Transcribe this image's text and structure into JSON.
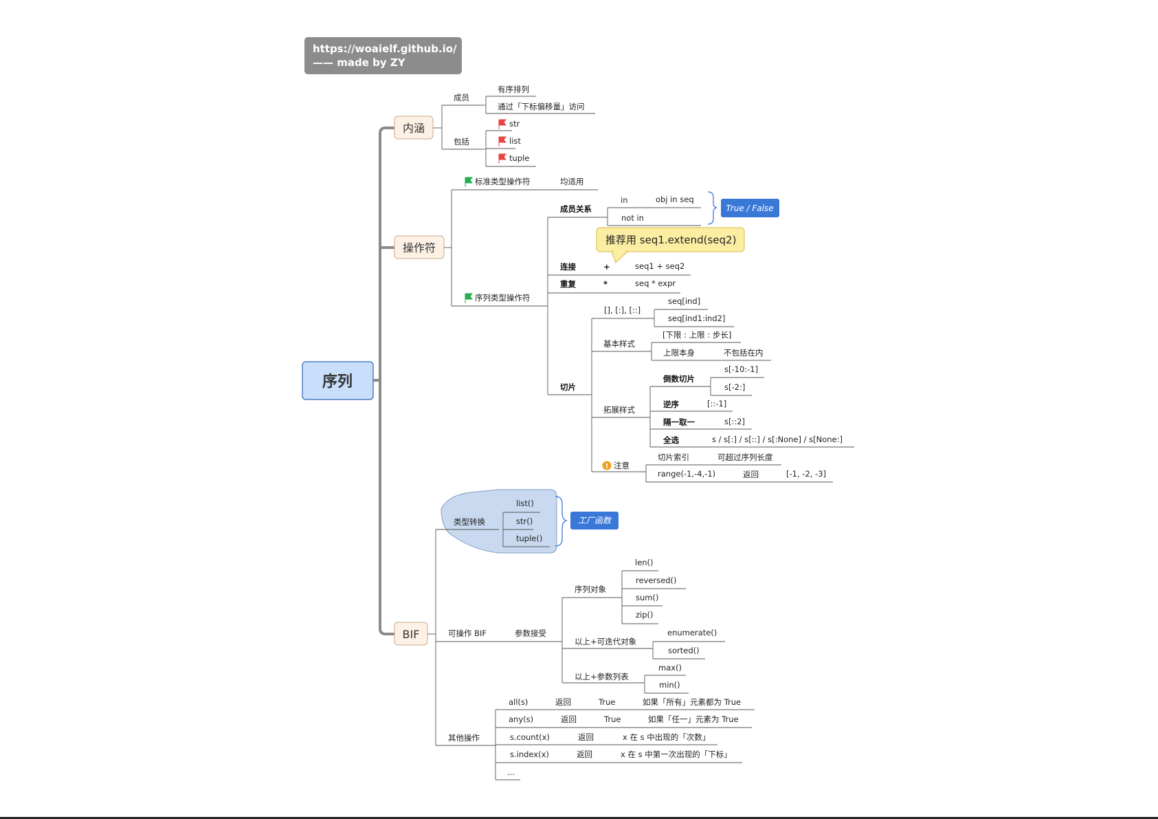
{
  "header": {
    "line1": "https://woaielf.github.io/",
    "line2": "—— made by ZY"
  },
  "root": "序列",
  "branches": {
    "neihan": {
      "label": "内涵",
      "members": {
        "label": "成员",
        "items": [
          "有序排列",
          "通过「下标偏移量」访问"
        ]
      },
      "includes": {
        "label": "包括",
        "items": [
          "str",
          "list",
          "tuple"
        ]
      }
    },
    "ops": {
      "label": "操作符",
      "standard": {
        "label": "标准类型操作符",
        "note": "均适用"
      },
      "sequence": {
        "label": "序列类型操作符",
        "membership": {
          "label": "成员关系",
          "in": "in",
          "in_expr": "obj in seq",
          "notin": "not in",
          "result": "True / False"
        },
        "callout": "推荐用 seq1.extend(seq2)",
        "concat": {
          "label": "连接",
          "op": "+",
          "expr": "seq1 + seq2"
        },
        "repeat": {
          "label": "重复",
          "op": "*",
          "expr": "seq * expr"
        },
        "slice": {
          "label": "切片",
          "notation": {
            "label": "[], [:], [::]",
            "items": [
              "seq[ind]",
              "seq[ind1:ind2]"
            ]
          },
          "basic": {
            "label": "基本样式",
            "form": "[下限 : 上限 : 步长]",
            "upper": "上限本身",
            "upper_note": "不包括在内"
          },
          "extended": {
            "label": "拓展样式",
            "negative": {
              "label": "倒数切片",
              "items": [
                "s[-10:-1]",
                "s[-2:]"
              ]
            },
            "reverse": {
              "label": "逆序",
              "value": "[::-1]"
            },
            "alternate": {
              "label": "隔一取一",
              "value": "s[::2]"
            },
            "all": {
              "label": "全选",
              "value": "s / s[:] / s[::] / s[:None] / s[None:]"
            }
          },
          "note": {
            "label": "注意",
            "index": "切片索引",
            "index_note": "可超过序列长度",
            "range": "range(-1,-4,-1)",
            "returns": "返回",
            "result": "[-1, -2, -3]"
          }
        }
      }
    },
    "bif": {
      "label": "BIF",
      "conversion": {
        "label": "类型转换",
        "items": [
          "list()",
          "str()",
          "tuple()"
        ],
        "badge": "工厂函数"
      },
      "operable": {
        "label": "可操作 BIF",
        "accepts": "参数接受",
        "seq_obj": {
          "label": "序列对象",
          "items": [
            "len()",
            "reversed()",
            "sum()",
            "zip()"
          ]
        },
        "iterable": {
          "label": "以上+可迭代对象",
          "items": [
            "enumerate()",
            "sorted()"
          ]
        },
        "arglist": {
          "label": "以上+参数列表",
          "items": [
            "max()",
            "min()"
          ]
        }
      },
      "other": {
        "label": "其他操作",
        "rows": [
          {
            "fn": "all(s)",
            "ret": "返回",
            "val": "True",
            "desc": "如果「所有」元素都为 True"
          },
          {
            "fn": "any(s)",
            "ret": "返回",
            "val": "True",
            "desc": "如果「任一」元素为 True"
          },
          {
            "fn": "s.count(x)",
            "ret": "返回",
            "val": "",
            "desc": "x 在 s 中出现的「次数」"
          },
          {
            "fn": "s.index(x)",
            "ret": "返回",
            "val": "",
            "desc": "x 在 s 中第一次出现的「下标」"
          }
        ],
        "more": "..."
      }
    }
  },
  "colors": {
    "flag_red": "#e84545",
    "flag_green": "#22b14c",
    "badge_blue": "#3a78d8",
    "callout_yellow": "#fbeea2",
    "warn_orange": "#f0a020",
    "root_fill": "#c9defa",
    "conv_fill": "#c9daf0"
  }
}
